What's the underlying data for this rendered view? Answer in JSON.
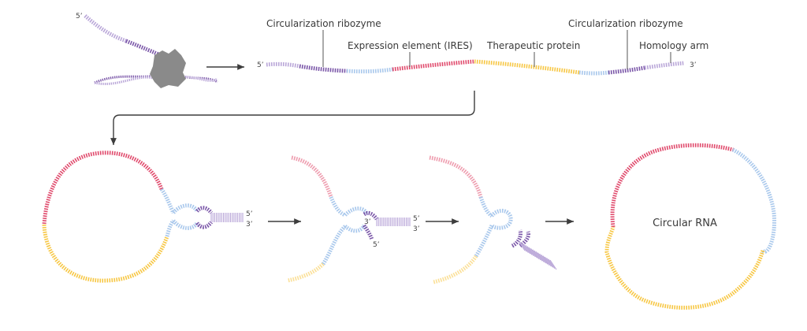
{
  "labels": {
    "ribozyme_left": "Circularization ribozyme",
    "ires": "Expression element (IRES)",
    "protein": "Therapeutic protein",
    "ribozyme_right": "Circularization ribozyme",
    "homology": "Homology arm",
    "circular": "Circular RNA"
  },
  "ends": {
    "five": "5’",
    "three": "3’"
  },
  "colors": {
    "lavender": "#b9a6d8",
    "purple": "#7a56a8",
    "blue": "#a9c8ec",
    "red": "#e04a6c",
    "yellow": "#f7c744",
    "gray": "#8a8a8a",
    "arrow": "#3d3d3d"
  }
}
